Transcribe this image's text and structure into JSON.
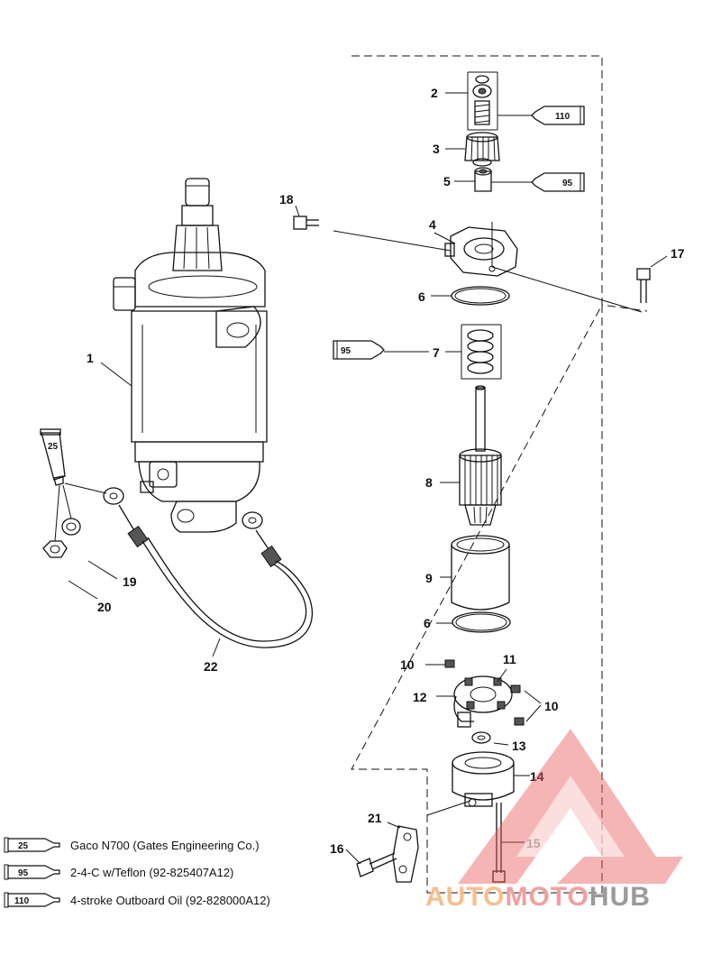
{
  "callouts": {
    "c1": "1",
    "c2": "2",
    "c3": "3",
    "c4": "4",
    "c5": "5",
    "c6a": "6",
    "c6b": "6",
    "c7": "7",
    "c8": "8",
    "c9": "9",
    "c10a": "10",
    "c10b": "10",
    "c11": "11",
    "c12": "12",
    "c13": "13",
    "c14": "14",
    "c15": "15",
    "c16": "16",
    "c17": "17",
    "c18": "18",
    "c19": "19",
    "c20": "20",
    "c21": "21",
    "c22": "22"
  },
  "tube_labels": {
    "t110": "110",
    "t95a": "95",
    "t95b": "95",
    "t25": "25"
  },
  "legend": [
    {
      "number": "25",
      "text": "Gaco N700 (Gates Engineering Co.)"
    },
    {
      "number": "95",
      "text": "2-4-C w/Teflon (92-825407A12)"
    },
    {
      "number": "110",
      "text": "4-stroke Outboard Oil (92-828000A12)"
    }
  ],
  "watermark": {
    "part1": "AUTO",
    "part2": "MOTO",
    "part3": "HUB"
  },
  "colors": {
    "watermark_red": "#e85a5a",
    "watermark_orange": "#f5bf8f",
    "line": "#111111"
  }
}
